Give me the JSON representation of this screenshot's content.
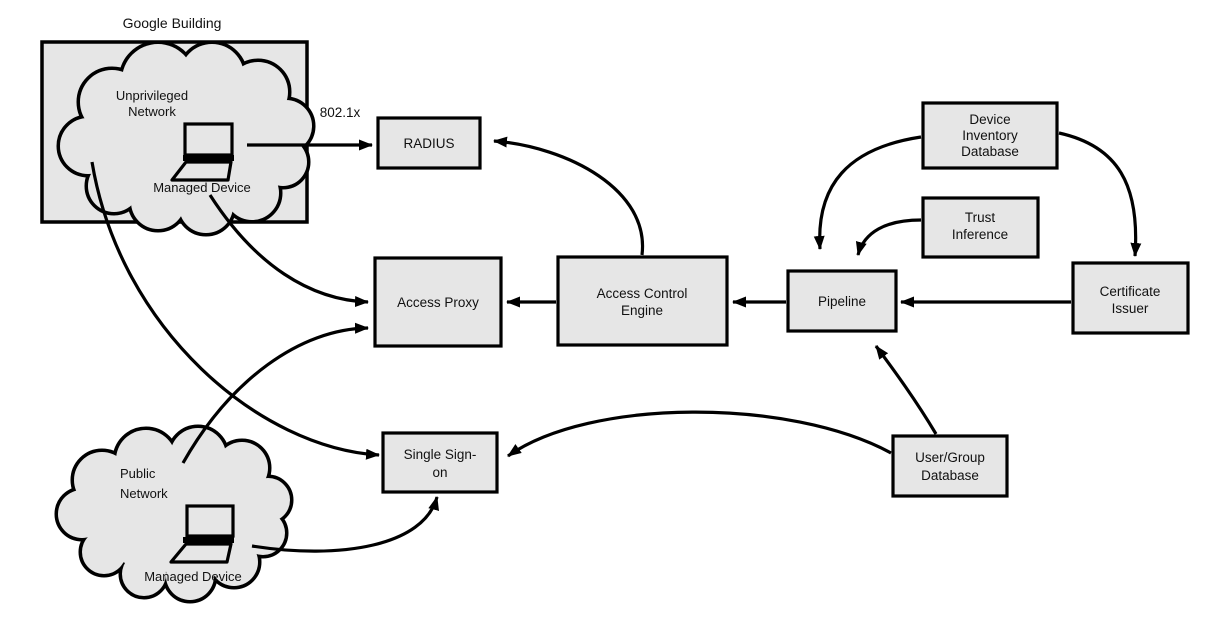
{
  "colors": {
    "box_fill": "#e6e6e6",
    "stroke": "#000000",
    "background": "#ffffff"
  },
  "nodes": {
    "google_building": {
      "label": "Google Building"
    },
    "unprivileged_network": {
      "lines": [
        "Unprivileged",
        "Network"
      ]
    },
    "managed_device_unprivileged": {
      "label": "Managed Device"
    },
    "radius": {
      "label": "RADIUS"
    },
    "access_proxy": {
      "label": "Access Proxy"
    },
    "access_control_engine": {
      "lines": [
        "Access Control",
        "Engine"
      ]
    },
    "pipeline": {
      "label": "Pipeline"
    },
    "device_inventory_database": {
      "lines": [
        "Device",
        "Inventory",
        "Database"
      ]
    },
    "trust_inference": {
      "lines": [
        "Trust",
        "Inference"
      ]
    },
    "certificate_issuer": {
      "lines": [
        "Certificate",
        "Issuer"
      ]
    },
    "single_sign_on": {
      "lines": [
        "Single Sign-",
        "on"
      ]
    },
    "user_group_database": {
      "lines": [
        "User/Group",
        "Database"
      ]
    },
    "public_network": {
      "lines": [
        "Public",
        "Network"
      ]
    },
    "managed_device_public": {
      "label": "Managed Device"
    }
  },
  "edges": [
    {
      "from": "managed_device_unprivileged",
      "to": "radius",
      "label": "802.1x"
    },
    {
      "from": "access_control_engine",
      "to": "radius",
      "label": ""
    },
    {
      "from": "unprivileged_network",
      "to": "access_proxy",
      "label": ""
    },
    {
      "from": "unprivileged_network",
      "to": "single_sign_on",
      "label": ""
    },
    {
      "from": "public_network",
      "to": "access_proxy",
      "label": ""
    },
    {
      "from": "managed_device_public",
      "to": "single_sign_on",
      "label": ""
    },
    {
      "from": "user_group_database",
      "to": "single_sign_on",
      "label": ""
    },
    {
      "from": "user_group_database",
      "to": "pipeline",
      "label": ""
    },
    {
      "from": "certificate_issuer",
      "to": "pipeline",
      "label": ""
    },
    {
      "from": "pipeline",
      "to": "access_control_engine",
      "label": ""
    },
    {
      "from": "access_control_engine",
      "to": "access_proxy",
      "label": ""
    },
    {
      "from": "device_inventory_database",
      "to": "pipeline",
      "label": ""
    },
    {
      "from": "trust_inference",
      "to": "pipeline",
      "label": ""
    },
    {
      "from": "device_inventory_database",
      "to": "certificate_issuer",
      "label": ""
    }
  ]
}
